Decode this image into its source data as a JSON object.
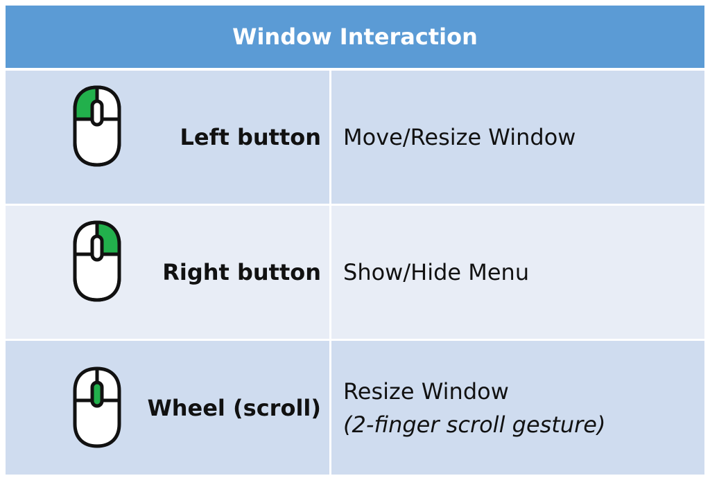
{
  "title": "Window Interaction",
  "colors": {
    "header_bg": "#5b9bd5",
    "row_dark": "#cfdcef",
    "row_light": "#e8edf6",
    "highlight": "#22b04c"
  },
  "rows": [
    {
      "icon": "mouse-left-button-icon",
      "label": "Left button",
      "action": "Move/Resize Window",
      "note": ""
    },
    {
      "icon": "mouse-right-button-icon",
      "label": "Right button",
      "action": "Show/Hide Menu",
      "note": ""
    },
    {
      "icon": "mouse-wheel-icon",
      "label": "Wheel (scroll)",
      "action": "Resize Window",
      "note": "(2-finger scroll gesture)"
    }
  ]
}
